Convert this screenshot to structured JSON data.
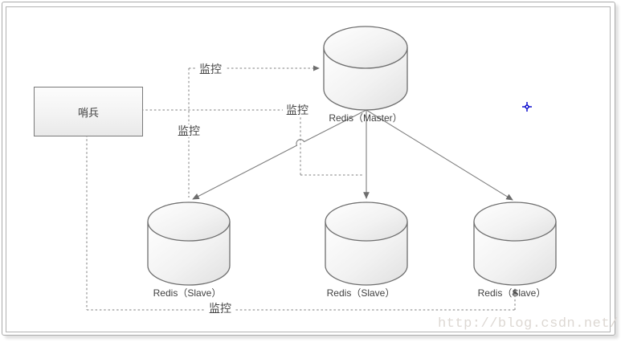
{
  "window": {
    "watermark": "http://blog.csdn.net/"
  },
  "diagram": {
    "type": "redis-sentinel-architecture",
    "nodes": [
      {
        "id": "sentinel",
        "label": "哨兵",
        "shape": "rectangle"
      },
      {
        "id": "master",
        "label": "Redis（Master）",
        "shape": "cylinder"
      },
      {
        "id": "slave1",
        "label": "Redis（Slave）",
        "shape": "cylinder"
      },
      {
        "id": "slave2",
        "label": "Redis（Slave）",
        "shape": "cylinder"
      },
      {
        "id": "slave3",
        "label": "Redis（Slave）",
        "shape": "cylinder"
      }
    ],
    "edges": [
      {
        "from": "sentinel",
        "to": "master",
        "label": "监控",
        "style": "dashed-arrow"
      },
      {
        "from": "sentinel",
        "to": "slave1",
        "label": "监控",
        "style": "dashed"
      },
      {
        "from": "sentinel",
        "to": "slave2",
        "label": "监控",
        "style": "dashed"
      },
      {
        "from": "sentinel",
        "to": "slave3",
        "label": "监控",
        "style": "dashed-arrow"
      },
      {
        "from": "master",
        "to": "slave1",
        "label": "",
        "style": "solid-arrow"
      },
      {
        "from": "master",
        "to": "slave2",
        "label": "",
        "style": "solid-arrow"
      },
      {
        "from": "master",
        "to": "slave3",
        "label": "",
        "style": "solid-arrow"
      }
    ],
    "colors": {
      "line": "#7f7f7f",
      "arrow": "#6e6e6e",
      "shape_stroke": "#6e6e6e",
      "text": "#3f3f3f",
      "cursor_cross": "#0000cc",
      "watermark_text": "#ddd8d3"
    }
  }
}
